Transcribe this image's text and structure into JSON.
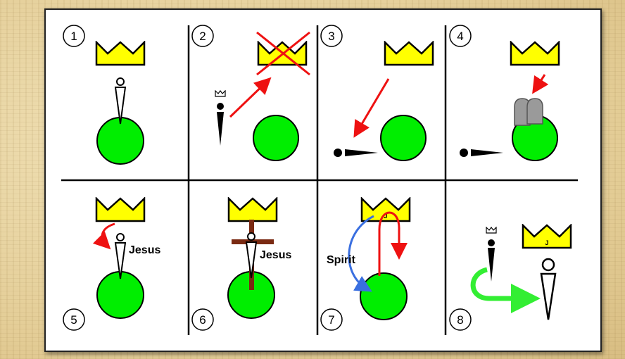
{
  "panels": [
    {
      "number": "1"
    },
    {
      "number": "2"
    },
    {
      "number": "3"
    },
    {
      "number": "4"
    },
    {
      "number": "5",
      "label": "Jesus"
    },
    {
      "number": "6",
      "label": "Jesus"
    },
    {
      "number": "7",
      "label": "Spirit",
      "crown_letter": "J"
    },
    {
      "number": "8",
      "crown_letter": "J"
    }
  ],
  "colors": {
    "crown": "#ffff00",
    "world": "#00ee00",
    "arrow_red": "#ee1111",
    "arrow_blue": "#3a6fe0",
    "arrow_green": "#33ee33",
    "cross": "#7a2a12",
    "tablets": "#9a9a9a"
  }
}
